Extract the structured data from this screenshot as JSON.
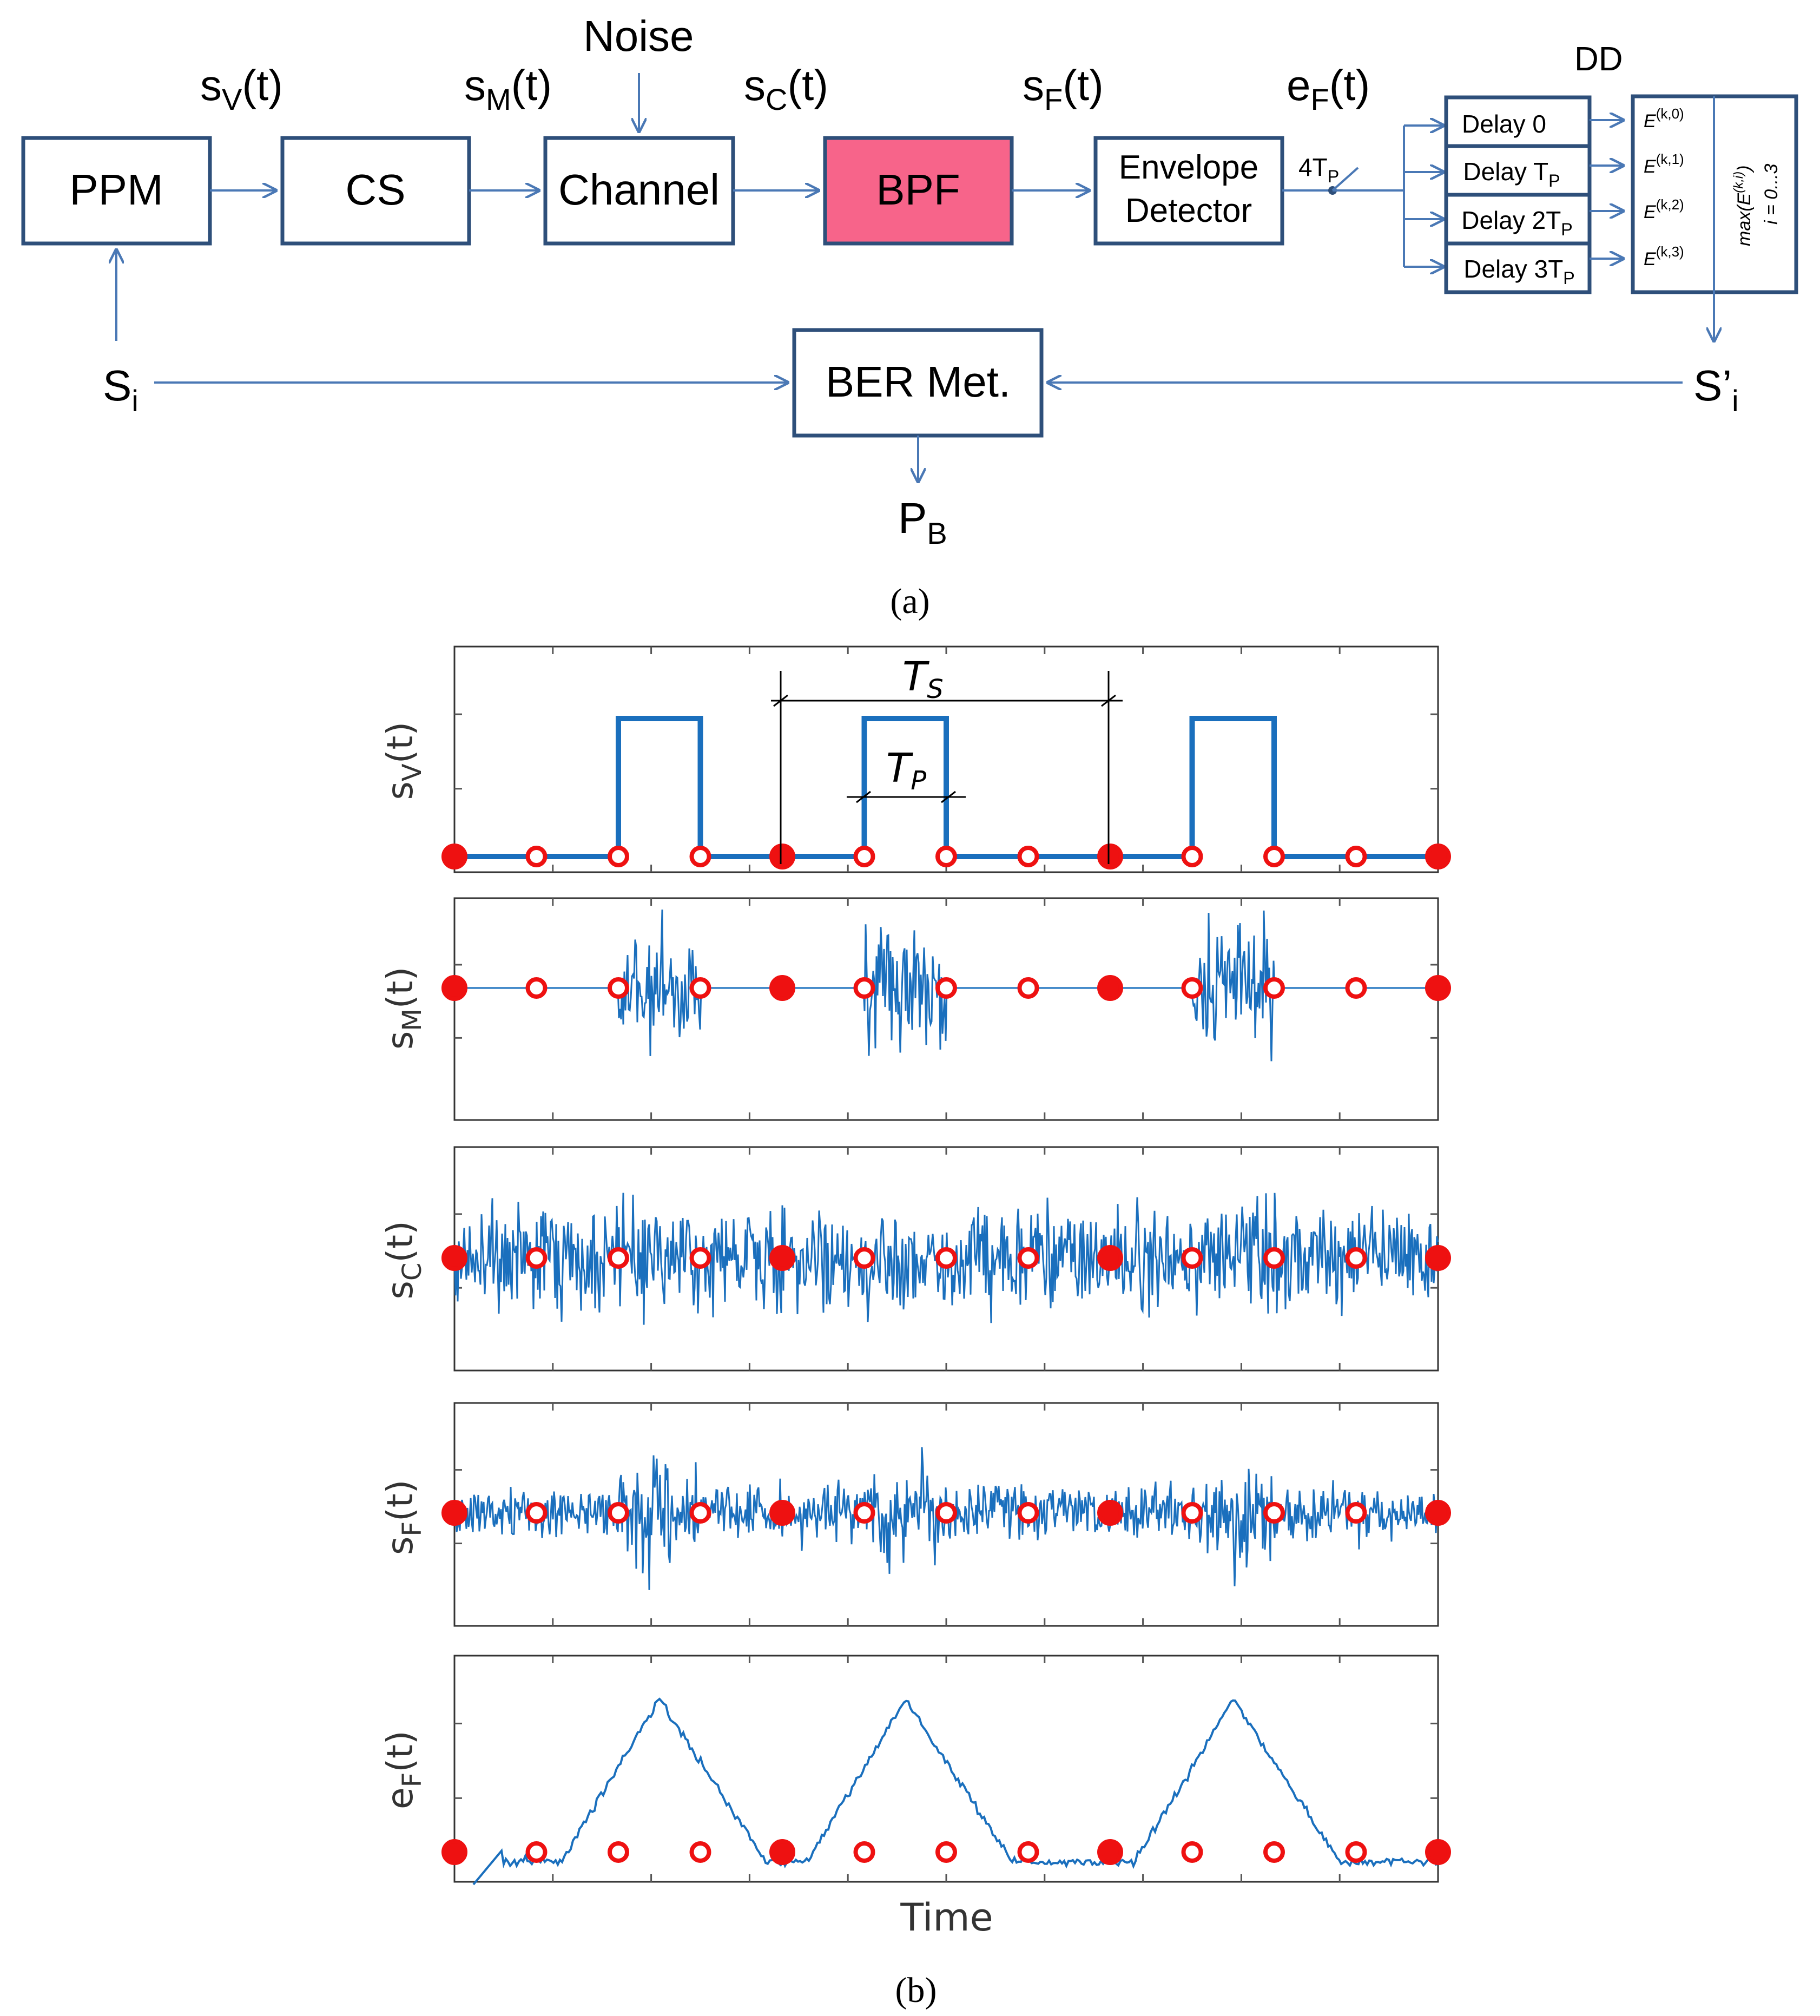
{
  "diagram": {
    "blocks": {
      "ppm": "PPM",
      "cs": "CS",
      "channel": "Channel",
      "bpf": "BPF",
      "env1": "Envelope",
      "env2": "Detector",
      "ber": "BER Met.",
      "delay0": "Delay 0",
      "delay1": "Delay T",
      "delay2": "Delay 2T",
      "delay3": "Delay 3T",
      "delay_sub": "P"
    },
    "signals": {
      "sv": "s",
      "sv_sub": "V",
      "sv_t": "(t)",
      "sm": "s",
      "sm_sub": "M",
      "sm_t": "(t)",
      "sc": "s",
      "sc_sub": "C",
      "sc_t": "(t)",
      "sf": "s",
      "sf_sub": "F",
      "sf_t": "(t)",
      "ef": "e",
      "ef_sub": "F",
      "ef_t": "(t)",
      "noise": "Noise",
      "dd": "DD",
      "si": "S",
      "si_sub": "i",
      "spi": "S’",
      "spi_sub": "i",
      "pb": "P",
      "pb_sub": "B",
      "sampler": "4T",
      "sampler_sub": "P"
    },
    "energies": {
      "e": "E",
      "e0": "(k,0)",
      "e1": "(k,1)",
      "e2": "(k,2)",
      "e3": "(k,3)",
      "max_a": "max(E",
      "max_sup": "(k,i)",
      "max_b": ")",
      "range": "i = 0...3"
    },
    "caption_a": "(a)",
    "caption_b": "(b)"
  },
  "plots": {
    "ts": "T",
    "ts_sub": "S",
    "tp": "T",
    "tp_sub": "P",
    "ylabels": [
      {
        "main": "s",
        "sub": "V",
        "t": "(t)"
      },
      {
        "main": "s",
        "sub": "M",
        "t": "(t)"
      },
      {
        "main": "s",
        "sub": "C",
        "t": "(t)"
      },
      {
        "main": "s",
        "sub": "F",
        "t": "(t)"
      },
      {
        "main": "e",
        "sub": "F",
        "t": "(t)"
      }
    ],
    "xlabel": "Time",
    "colors": {
      "signal": "#1a6fbd",
      "marker": "#ee1111"
    },
    "markers_filled": [
      0,
      4,
      8,
      12
    ],
    "pulse_slots": [
      2,
      5,
      9
    ],
    "n_slots": 12
  }
}
